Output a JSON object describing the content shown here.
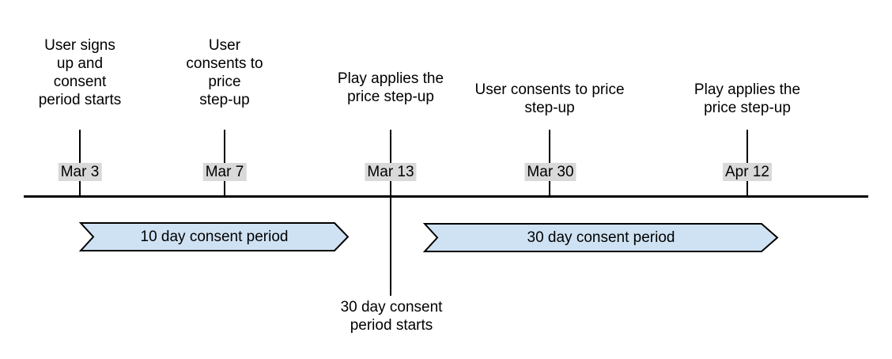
{
  "colors": {
    "period_fill": "#cfe2f3",
    "period_stroke": "#000000",
    "date_badge_bg": "#d9d9d9",
    "line": "#000000",
    "text": "#000000"
  },
  "events": [
    {
      "date": "Mar 3",
      "label": "User signs\nup and\nconsent\nperiod starts"
    },
    {
      "date": "Mar 7",
      "label": "User\nconsents to\nprice\nstep-up"
    },
    {
      "date": "Mar 13",
      "label": "Play applies the\nprice step-up",
      "annotation_below": "30 day consent\nperiod starts"
    },
    {
      "date": "Mar 30",
      "label": "User consents to price\nstep-up"
    },
    {
      "date": "Apr 12",
      "label": "Play applies the\nprice step-up"
    }
  ],
  "periods": [
    {
      "label": "10 day consent period"
    },
    {
      "label": "30 day consent period"
    }
  ]
}
